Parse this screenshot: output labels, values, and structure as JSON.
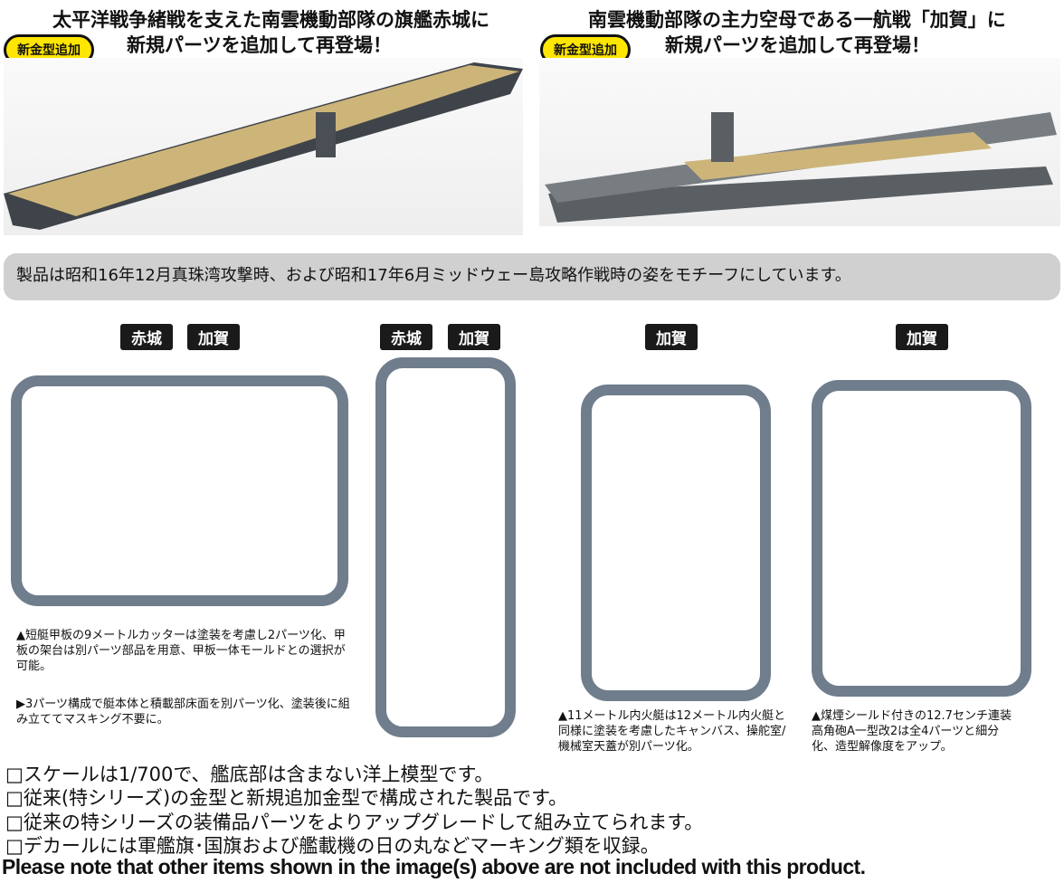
{
  "left": {
    "headline1": "太平洋戦争緒戦を支えた南雲機動部隊の旗艦赤城に",
    "headline2": "新規パーツを追加して再登場！",
    "badge": "新金型追加"
  },
  "right": {
    "headline1": "南雲機動部隊の主力空母である一航戦「加賀」に",
    "headline2": "新規パーツを追加して再登場！",
    "badge": "新金型追加"
  },
  "banner": "製品は昭和16年12月真珠湾攻撃時、および昭和17年6月ミッドウェー島攻略作戦時の姿をモチーフにしています。",
  "sprues": [
    {
      "tags": [
        "赤城",
        "加賀"
      ],
      "captions": [
        "▲短艇甲板の9メートルカッターは塗装を考慮し2パーツ化、甲板の架台は別パーツ部品を用意、甲板一体モールドとの選択が可能。",
        "▶3パーツ構成で艇本体と積載部床面を別パーツ化、塗装後に組み立ててマスキング不要に。"
      ]
    },
    {
      "tags": [
        "赤城",
        "加賀"
      ],
      "captions": []
    },
    {
      "tags": [
        "加賀"
      ],
      "captions": [
        "▲11メートル内火艇は12メートル内火艇と同様に塗装を考慮したキャンバス、操舵室/機械室天蓋が別パーツ化。"
      ]
    },
    {
      "tags": [
        "加賀"
      ],
      "captions": [
        "▲煤煙シールド付きの12.7センチ連装高角砲A一型改2は全4パーツと細分化、造型解像度をアップ。"
      ]
    }
  ],
  "notes": [
    "□スケールは1/700で、艦底部は含まない洋上模型です。",
    "□従来(特シリーズ)の金型と新規追加金型で構成された製品です。",
    "□従来の特シリーズの装備品パーツをよりアップグレードして組み立てられます。",
    "□デカールには軍艦旗･国旗および艦載機の日の丸などマーキング類を収録。"
  ],
  "disclaimer": "Please note that other items shown in the image(s) above are not included with this product."
}
